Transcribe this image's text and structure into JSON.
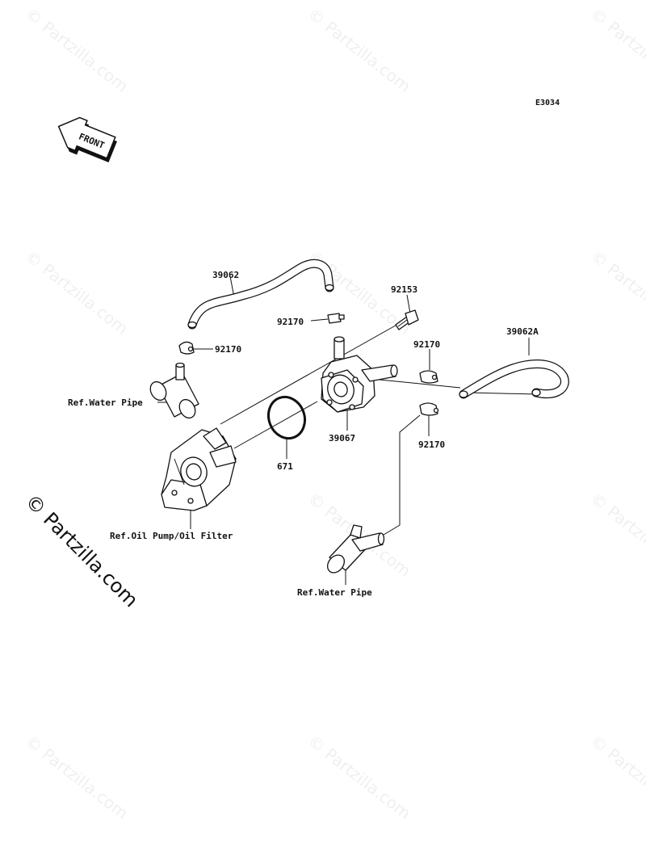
{
  "diagram_code": "E3034",
  "front_arrow_label": "FRONT",
  "watermark_text": "© Partzilla.com",
  "side_watermark_text": "© Partzilla.com",
  "labels": {
    "hose_upper": "39062",
    "clamp_upper_left": "92170",
    "clamp_upper_mid": "92170",
    "bolt": "92153",
    "hose_right": "39062A",
    "clamp_right_upper": "92170",
    "clamp_right_lower": "92170",
    "oil_cooler": "39067",
    "o_ring": "671",
    "ref_water_pipe_left": "Ref.Water Pipe",
    "ref_oil_pump": "Ref.Oil Pump/Oil Filter",
    "ref_water_pipe_bottom": "Ref.Water Pipe"
  },
  "colors": {
    "line": "#111111",
    "background": "#ffffff"
  }
}
